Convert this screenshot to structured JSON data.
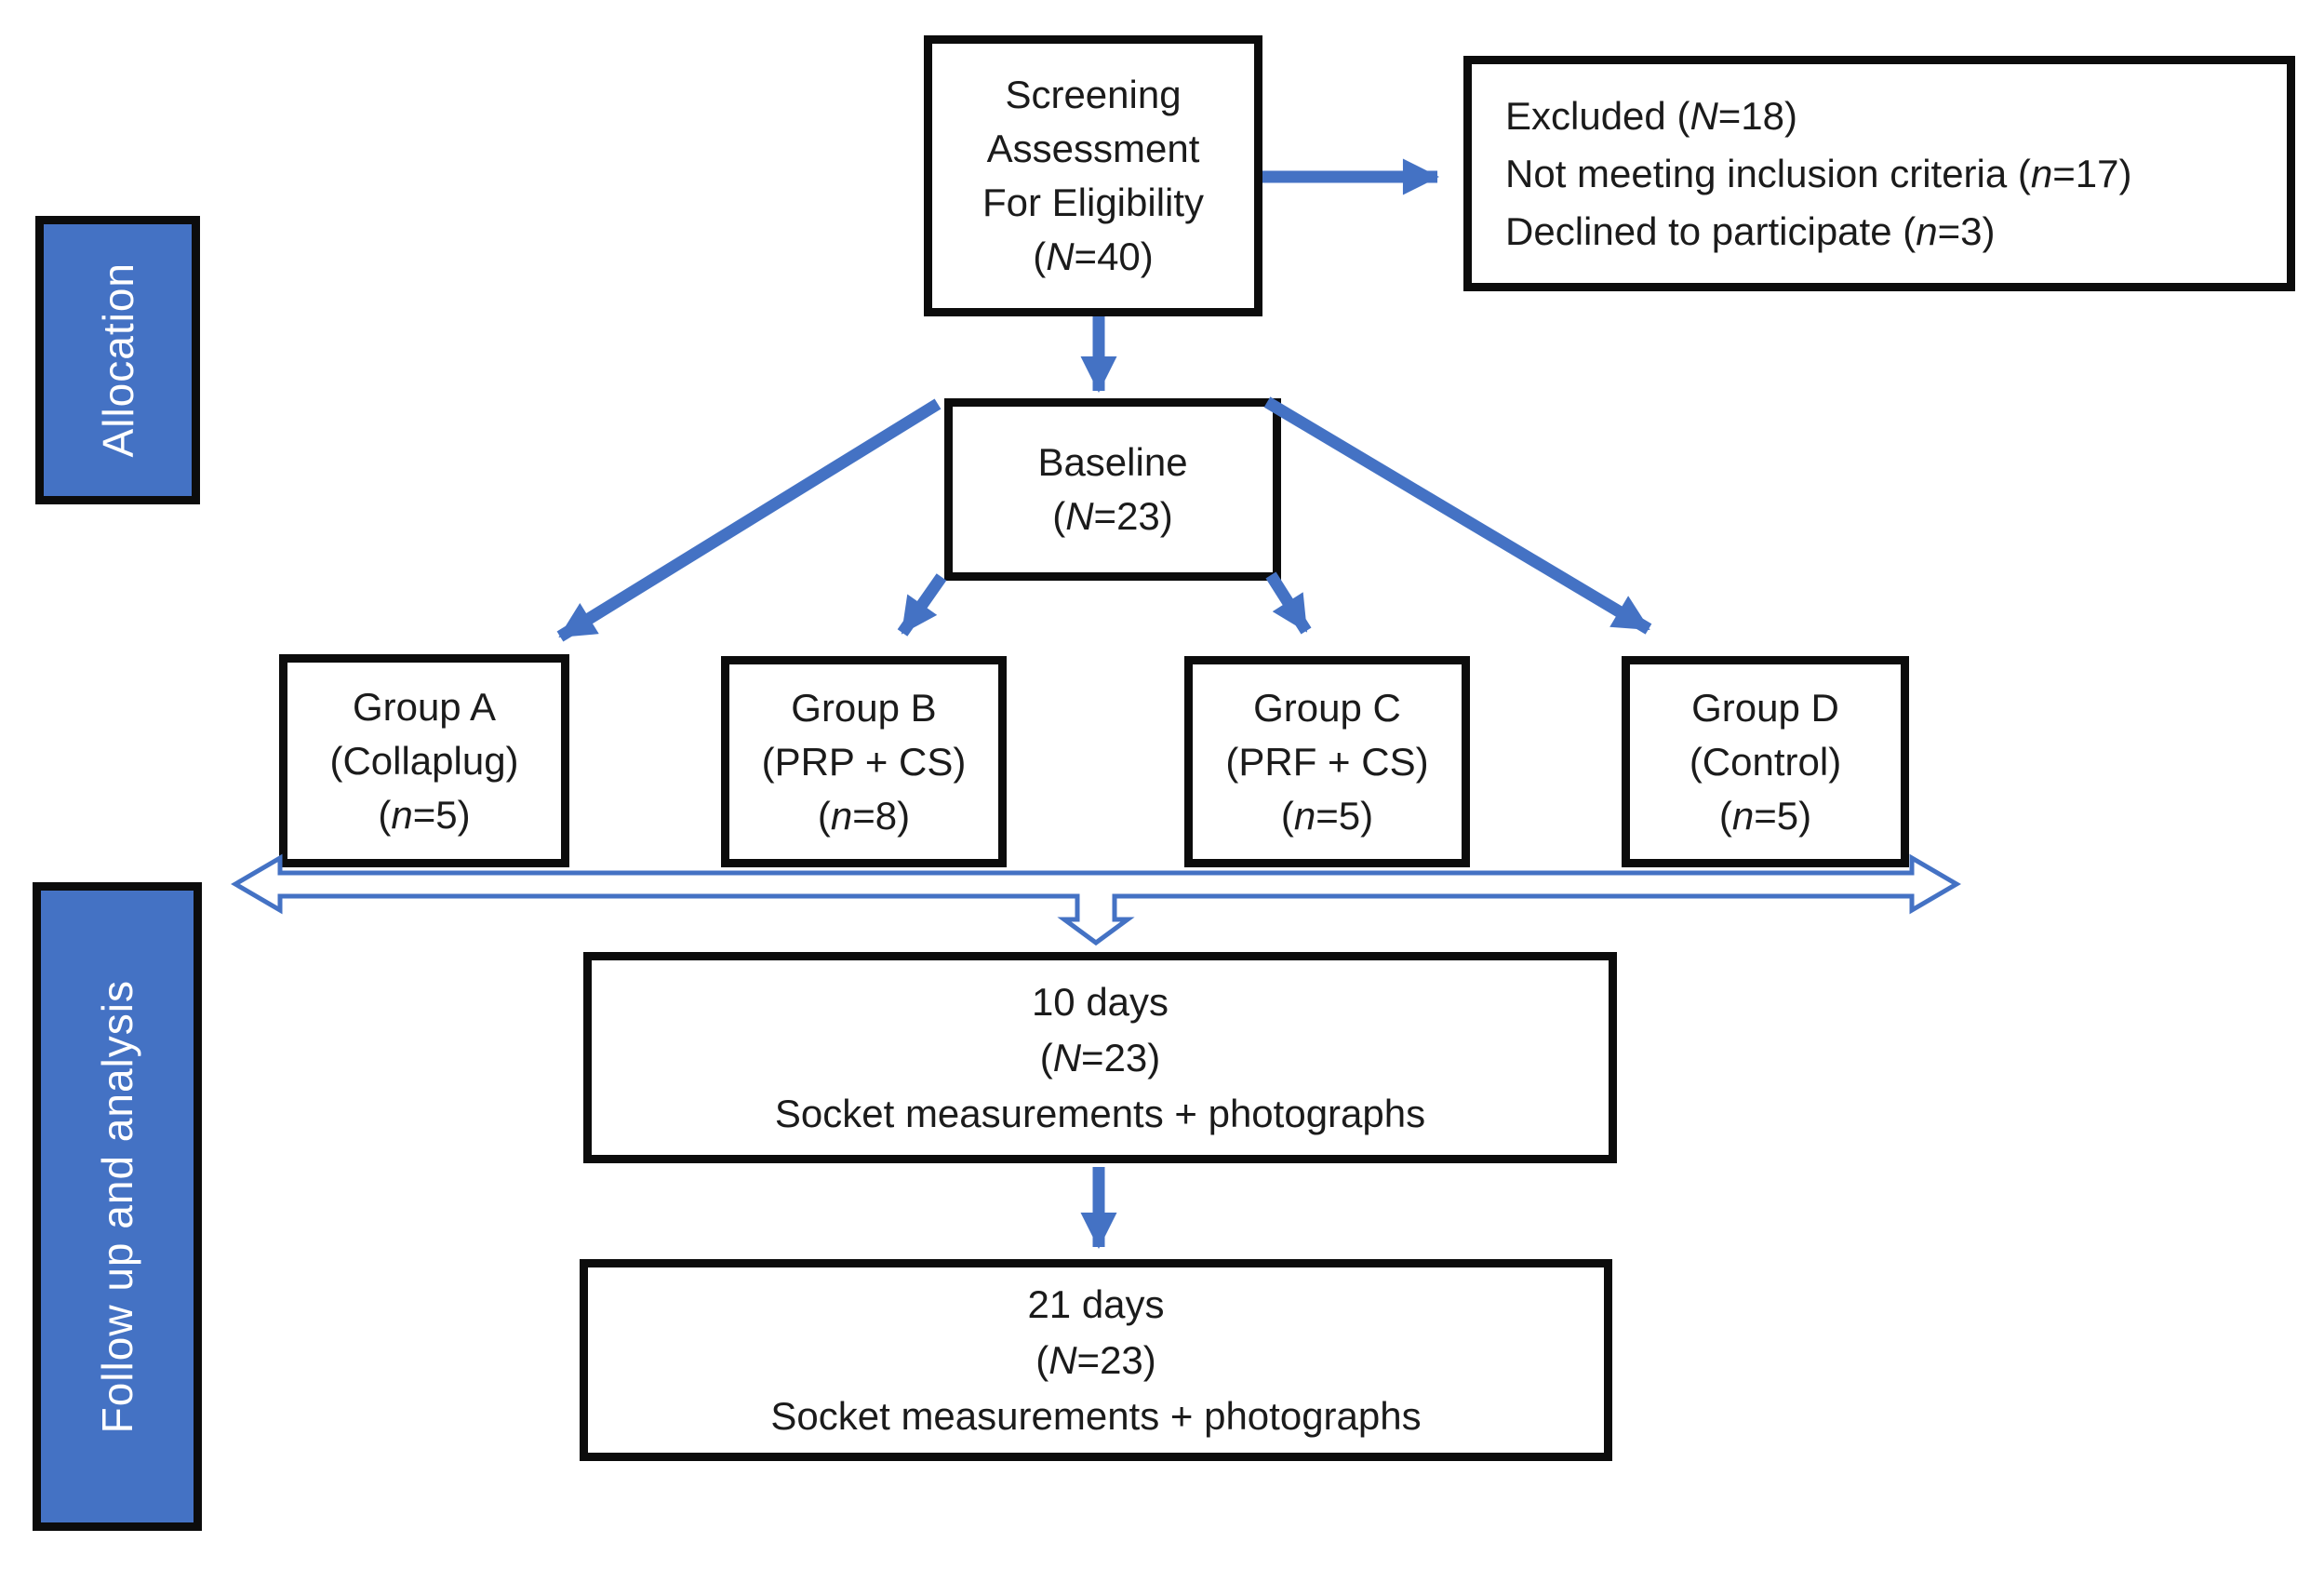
{
  "colors": {
    "arrow_blue": "#4472C4",
    "box_border": "#0c0c0c",
    "label_text": "#ffffff",
    "background": "#ffffff"
  },
  "side_labels": {
    "allocation": "Allocation",
    "follow_up": "Follow up and analysis"
  },
  "boxes": {
    "screening": {
      "lines": [
        "Screening",
        "Assessment",
        "For Eligibility"
      ],
      "n": {
        "pre": "(",
        "var": "N",
        "post": "=40)"
      }
    },
    "excluded": {
      "lines": [
        {
          "pre": "Excluded (",
          "var": "N",
          "post": "=18)"
        },
        {
          "pre": "Not meeting inclusion criteria (",
          "var": "n",
          "post": "=17)"
        },
        {
          "pre": "Declined to participate (",
          "var": "n",
          "post": "=3)"
        }
      ]
    },
    "baseline": {
      "line1": "Baseline",
      "n": {
        "pre": "(",
        "var": "N",
        "post": "=23)"
      }
    },
    "group_a": {
      "line1": "Group A",
      "line2": "(Collaplug)",
      "n": {
        "pre": "(",
        "var": "n",
        "post": "=5)"
      }
    },
    "group_b": {
      "line1": "Group B",
      "line2": "(PRP + CS)",
      "n": {
        "pre": "(",
        "var": "n",
        "post": "=8)"
      }
    },
    "group_c": {
      "line1": "Group C",
      "line2": "(PRF + CS)",
      "n": {
        "pre": "(",
        "var": "n",
        "post": "=5)"
      }
    },
    "group_d": {
      "line1": "Group D",
      "line2": "(Control)",
      "n": {
        "pre": "(",
        "var": "n",
        "post": "=5)"
      }
    },
    "day10": {
      "line1": "10 days",
      "n": {
        "pre": "(",
        "var": "N",
        "post": "=23)"
      },
      "line3": "Socket measurements + photographs"
    },
    "day21": {
      "line1": "21 days",
      "n": {
        "pre": "(",
        "var": "N",
        "post": "=23)"
      },
      "line3": "Socket measurements + photographs"
    }
  }
}
